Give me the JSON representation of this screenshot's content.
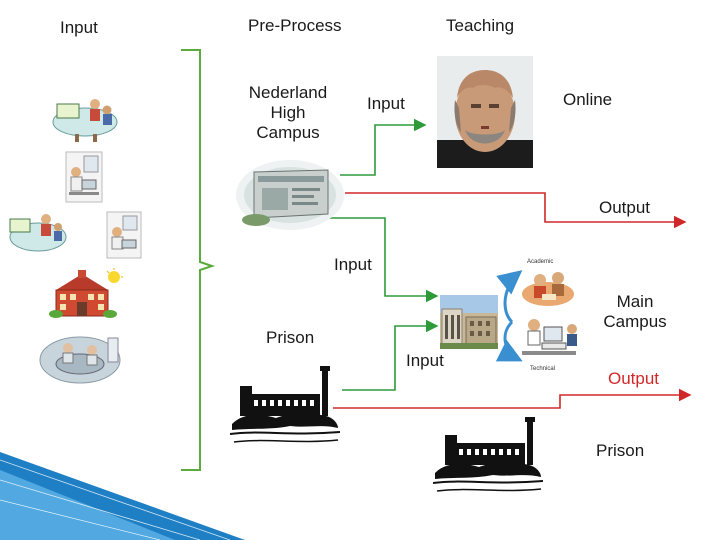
{
  "headers": {
    "input": "Input",
    "pre_process": "Pre-Process",
    "teaching": "Teaching"
  },
  "labels": {
    "nederland": [
      "Nederland",
      "High",
      "Campus"
    ],
    "input_top": "Input",
    "online": "Online",
    "output_top": "Output",
    "input_mid": "Input",
    "main_campus": [
      "Main",
      "Campus"
    ],
    "prison_left": "Prison",
    "input_bottom": "Input",
    "output_bottom": "Output",
    "prison_right": "Prison"
  },
  "mini_labels": {
    "academic": "Academic",
    "technical": "Technical"
  },
  "colors": {
    "arrow_red": "#d02828",
    "arrow_green": "#2e9a3a",
    "bracket_green": "#5aaa3c",
    "arrow_blue": "#3a8fd0",
    "corner_blue": "#1f7fc4"
  },
  "icons": [
    "meeting-table-icon",
    "person-computer-icon",
    "school-building-icon",
    "prison-yard-icon",
    "teacher-photo-icon",
    "campus-photo-icon",
    "prison-island-icon",
    "student-icon"
  ]
}
